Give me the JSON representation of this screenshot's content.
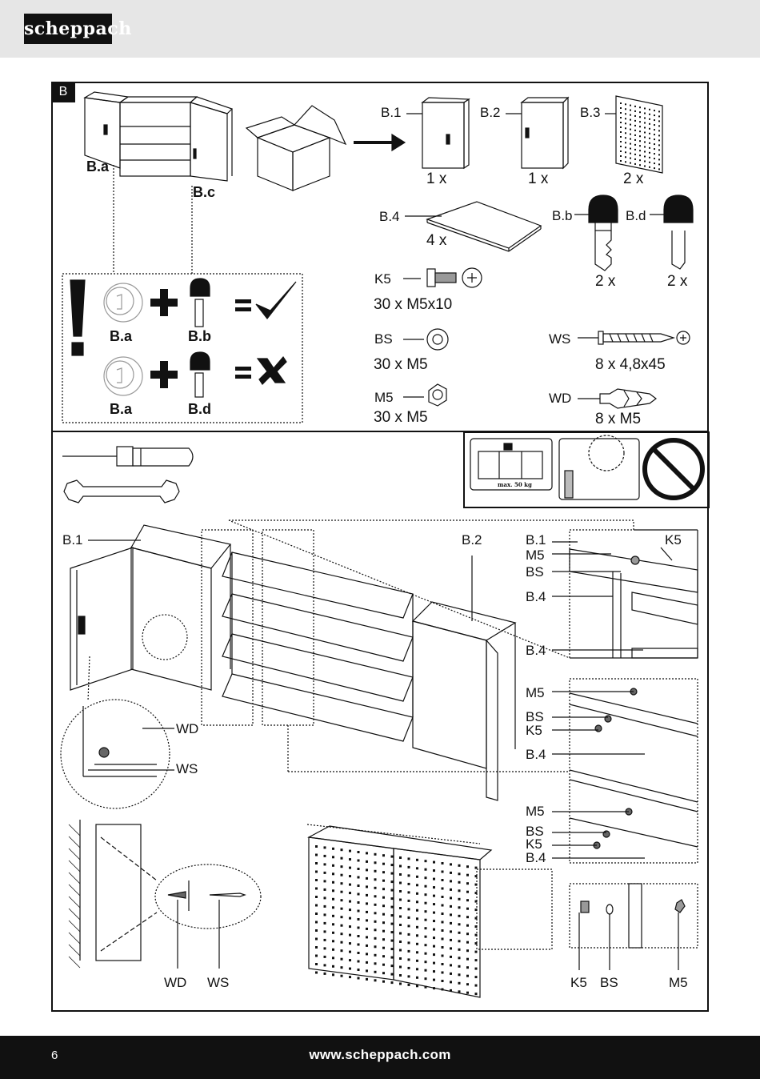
{
  "header": {
    "brand": "scheppach"
  },
  "section": {
    "badge": "B"
  },
  "overview_labels": {
    "left_cabinet": "B.a",
    "right_cabinet": "B.c"
  },
  "parts": {
    "b1": {
      "label": "B.1",
      "qty": "1 x"
    },
    "b2": {
      "label": "B.2",
      "qty": "1 x"
    },
    "b3": {
      "label": "B.3",
      "qty": "2 x"
    },
    "b4": {
      "label": "B.4",
      "qty": "4 x"
    },
    "bb": {
      "label": "B.b",
      "qty": "2 x"
    },
    "bd": {
      "label": "B.d",
      "qty": "2 x"
    },
    "k5": {
      "label": "K5",
      "qty": "30 x M5x10"
    },
    "bs": {
      "label": "BS",
      "qty": "30 x M5"
    },
    "m5": {
      "label": "M5",
      "qty": "30 x M5"
    },
    "ws": {
      "label": "WS",
      "qty": "8 x 4,8x45"
    },
    "wd": {
      "label": "WD",
      "qty": "8 x M5"
    }
  },
  "key_check": {
    "row1_lock": "B.a",
    "row1_key": "B.b",
    "row2_lock": "B.a",
    "row2_key": "B.d",
    "equals": "="
  },
  "warning": {
    "max_load": "max. 50 kg"
  },
  "assembly_labels": {
    "b1": "B.1",
    "b2": "B.2",
    "wd": "WD",
    "ws": "WS",
    "callout1": [
      "B.1",
      "K5",
      "M5",
      "BS",
      "B.4",
      "B.4"
    ],
    "callout2": [
      "M5",
      "BS",
      "K5",
      "B.4"
    ],
    "callout3": [
      "M5",
      "BS",
      "K5",
      "B.4"
    ],
    "wall_wd": "WD",
    "wall_ws": "WS",
    "pegboard": [
      "K5",
      "BS",
      "M5"
    ]
  },
  "footer": {
    "page": "6",
    "website": "www.scheppach.com"
  }
}
